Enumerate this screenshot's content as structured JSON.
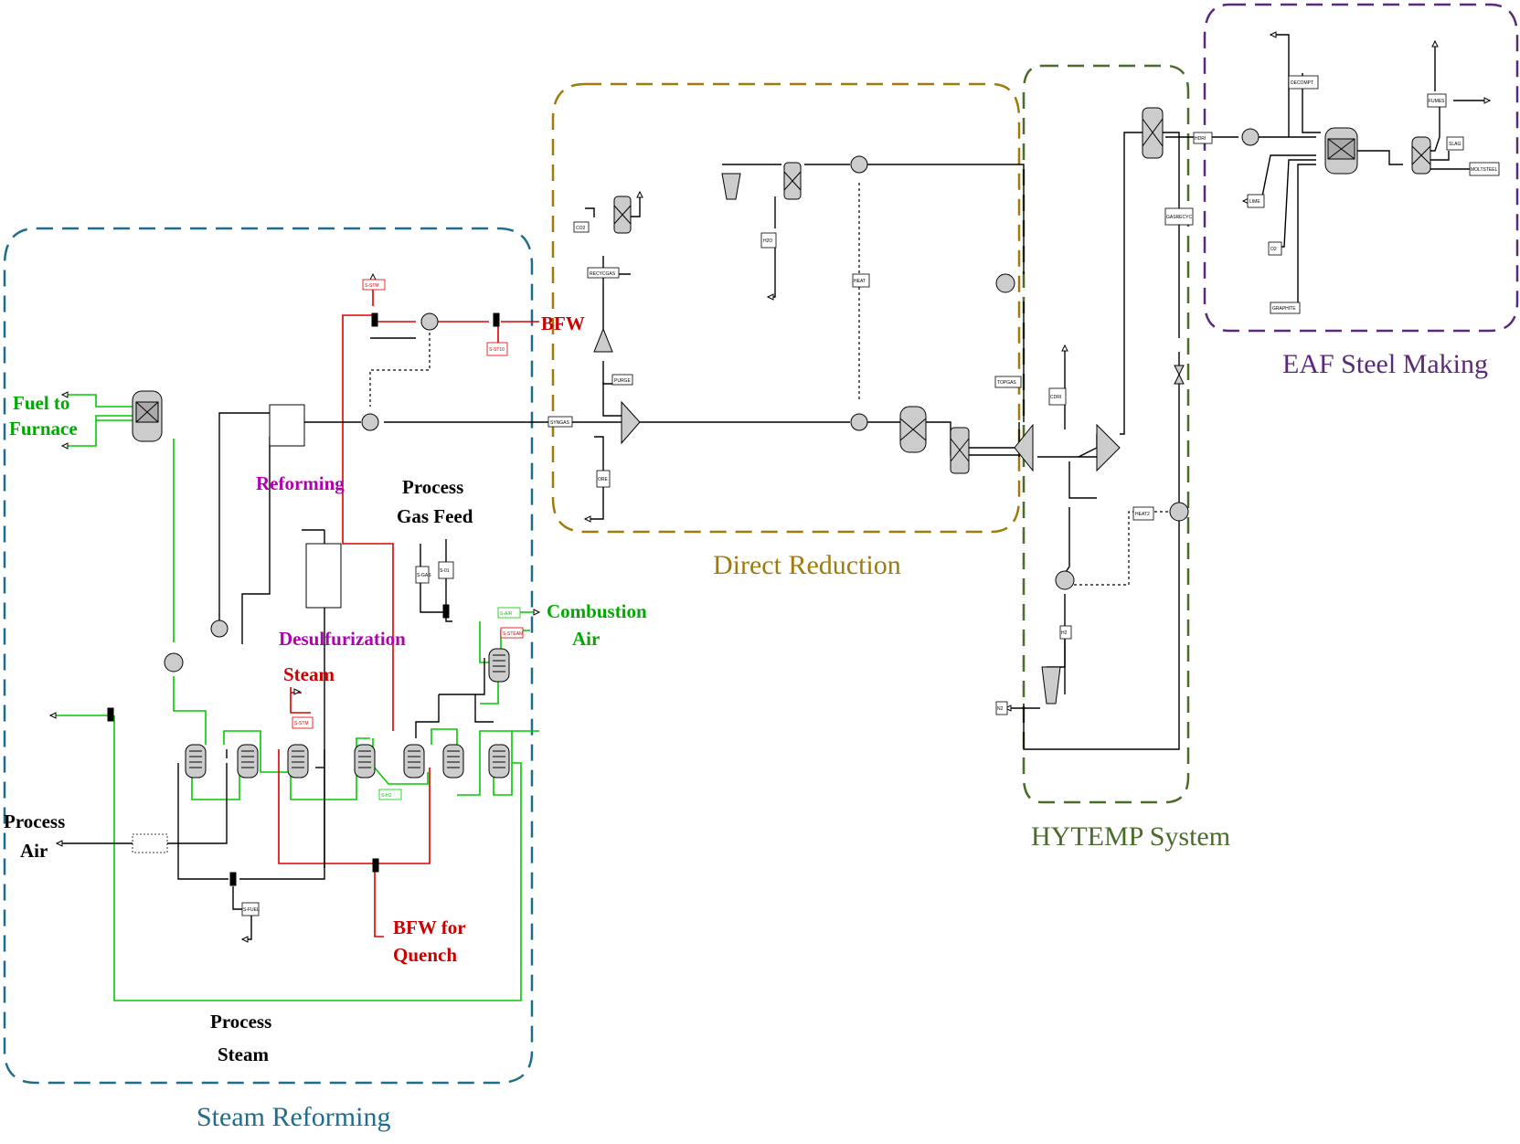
{
  "colors": {
    "steam_reforming": "#1f6d8c",
    "direct_reduction": "#a07a0a",
    "hytemp": "#4a6b2a",
    "eaf": "#5a2a7a",
    "green": "#00cc00",
    "red": "#dd0000",
    "magenta": "#b000b0"
  },
  "sections": {
    "steam_reforming": "Steam Reforming",
    "direct_reduction": "Direct Reduction",
    "hytemp": "HYTEMP System",
    "eaf": "EAF Steel Making"
  },
  "labels": {
    "fuel_to_furnace_1": "Fuel to",
    "fuel_to_furnace_2": "Furnace",
    "reforming": "Reforming",
    "process_gas_feed_1": "Process",
    "process_gas_feed_2": "Gas Feed",
    "desulfurization": "Desulfurization",
    "combustion_air_1": "Combustion",
    "combustion_air_2": "Air",
    "process_air_1": "Process",
    "process_air_2": "Air",
    "bfw": "BFW",
    "bfw_quench_1": "BFW for",
    "bfw_quench_2": "Quench",
    "process_steam_1": "Process",
    "process_steam_2": "Steam",
    "steam": "Steam"
  },
  "stream_tags": {
    "syngas": "SYNGAS",
    "ore": "ORE",
    "purge": "PURGE",
    "recycgas": "RECYCGAS",
    "co2": "CO2",
    "h2o": "H2O",
    "heat": "HEAT",
    "topgas": "TOPGAS",
    "cdri": "CDRI",
    "gasrecyc": "GASRECYC",
    "heat2": "HEAT2",
    "h2": "H2",
    "n2": "N2",
    "hdri": "HDRI",
    "decomp": "DECOMPT",
    "lime": "LIME",
    "o2": "O2",
    "graphite": "GRAPHITE",
    "fumes": "FUMES",
    "slag": "SLAG",
    "moltsteel": "MOLTSTEEL",
    "s_stm": "S-STM",
    "s_st10": "S-ST10",
    "s_steam": "S-STEAM",
    "s_air": "S-AIR",
    "s_h2": "S-H2",
    "s_fuel": "S-FUEL",
    "s_gas": "S-GAS",
    "s_01": "S-01",
    "s_stm2": "S-STM"
  }
}
